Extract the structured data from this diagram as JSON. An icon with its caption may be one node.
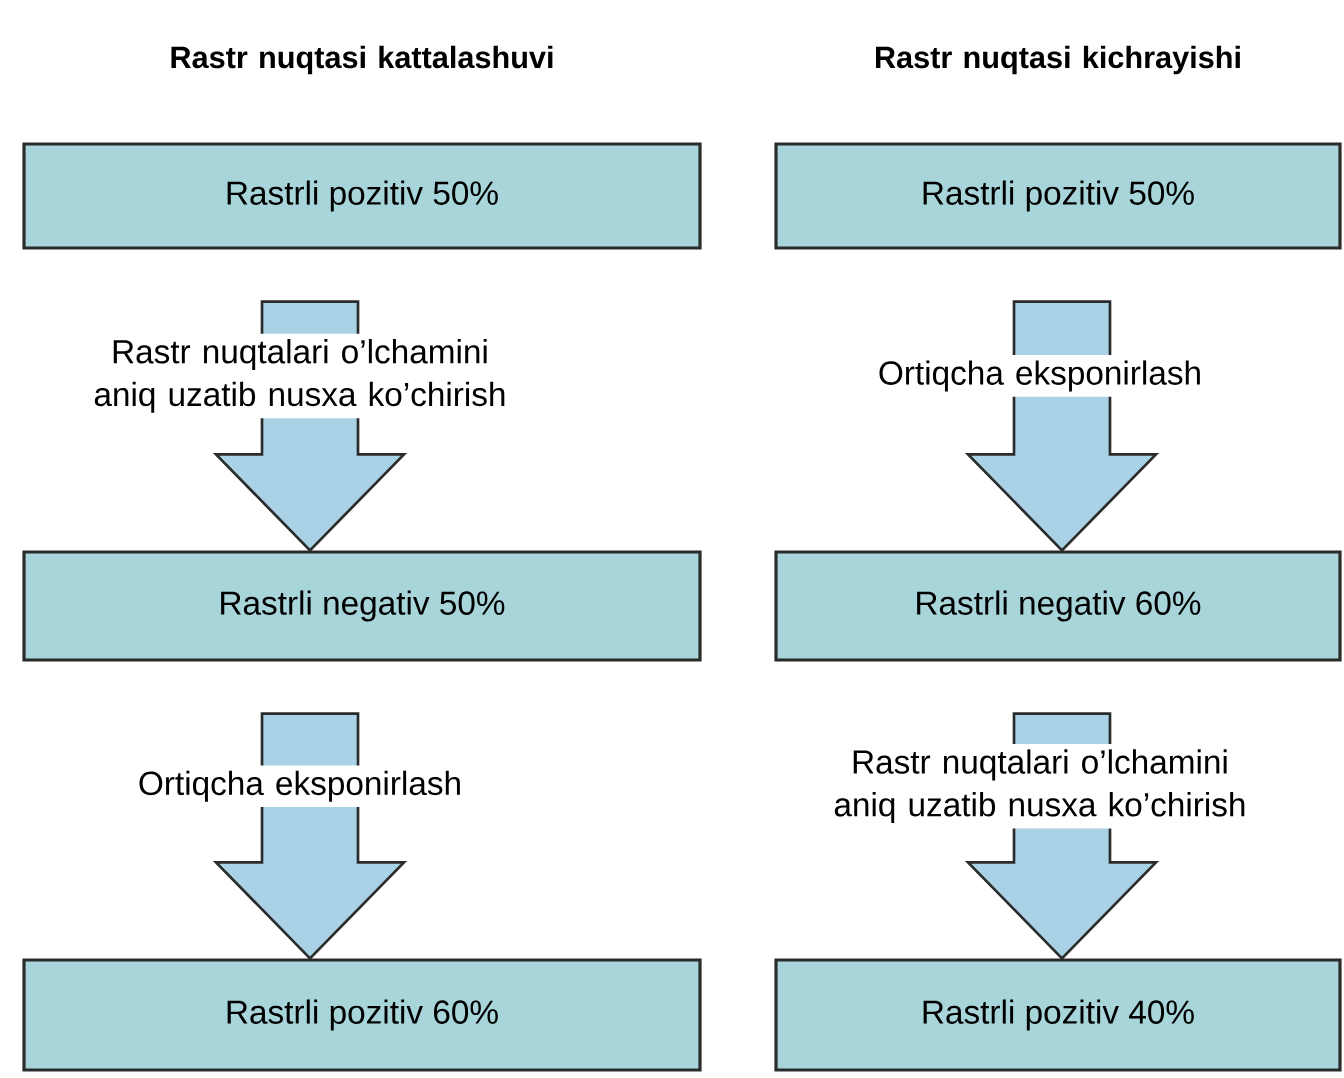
{
  "diagram": {
    "nodes": [
      {
        "text": [
          "Rastrli pozitiv 50%"
        ]
      },
      {
        "text": [
          "Rastrli negativ 50%"
        ]
      },
      {
        "text": [
          "Rastrli pozitiv 60%"
        ]
      },
      {
        "text": [
          "Rastrli pozitiv 50%"
        ]
      },
      {
        "text": [
          "Rastrli negativ 60%"
        ]
      },
      {
        "text": [
          "Rastrli pozitiv 40%"
        ]
      }
    ],
    "edges": [
      {
        "from": 0,
        "to": 1,
        "arrow": "to",
        "label": "Rastr nuqtalari o’lchamini aniq uzatib nusxa ko’chirish"
      },
      {
        "from": 1,
        "to": 2,
        "arrow": "to",
        "label": "Ortiqcha eksponirlash"
      },
      {
        "from": 3,
        "to": 4,
        "arrow": "to",
        "label": "Ortiqcha eksponirlash"
      },
      {
        "from": 4,
        "to": 5,
        "arrow": "to",
        "label": "Rastr nuqtalari o’lchamini aniq uzatib nusxa ko’chirish"
      }
    ],
    "labels": [
      "Rastr nuqtasi kattalashuvi",
      "Rastr nuqtasi kichrayishi"
    ]
  }
}
